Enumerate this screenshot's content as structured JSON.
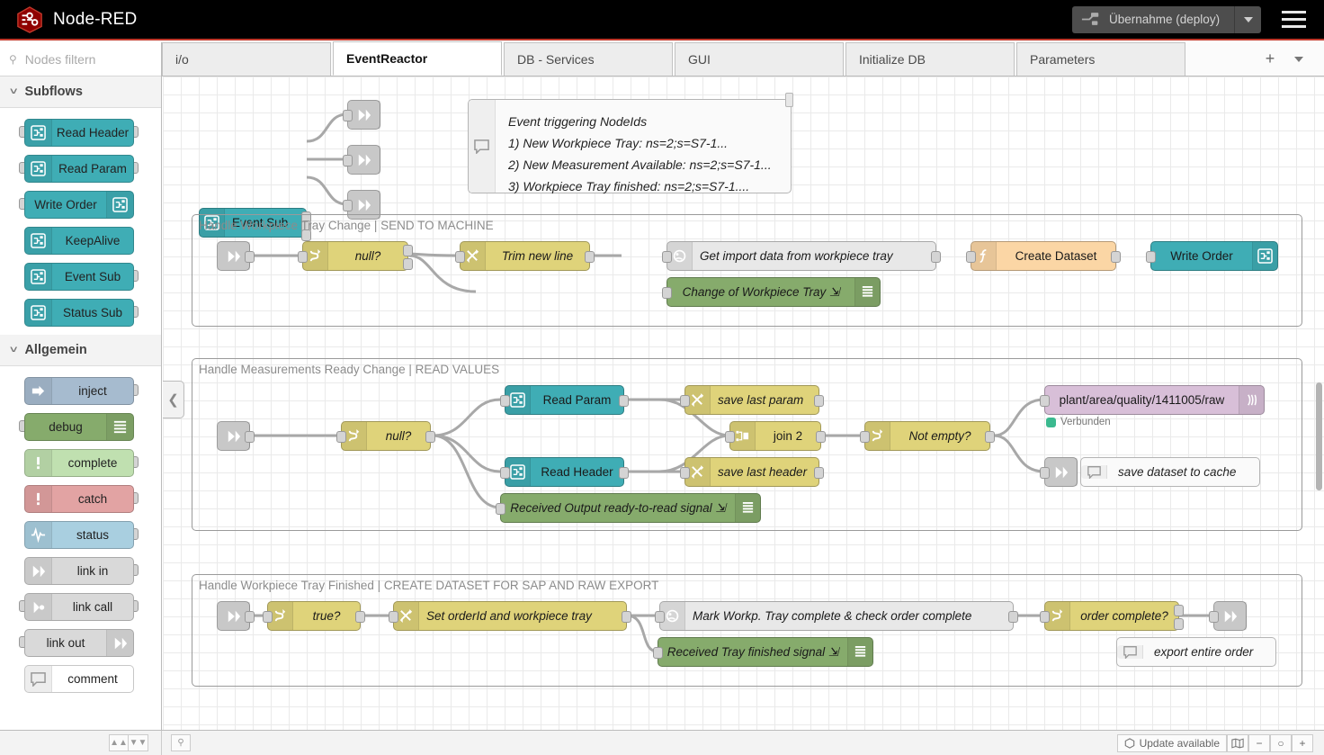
{
  "header": {
    "app_title": "Node-RED",
    "logo_icon": "node-red-logo-icon",
    "deploy_label": "Übernahme (deploy)",
    "deploy_icon": "deploy-icon",
    "deploy_caret_icon": "chevron-down-icon",
    "menu_icon": "hamburger-menu-icon"
  },
  "palette": {
    "search_placeholder": "Nodes filtern",
    "search_icon": "search-icon",
    "categories": [
      {
        "name": "Subflows",
        "chevron_icon": "chevron-down-icon",
        "nodes": [
          {
            "label": "Read Header",
            "color": "c-teal",
            "icon": "subflow-icon",
            "icon_side": "left",
            "in": true,
            "out": true
          },
          {
            "label": "Read Param",
            "color": "c-teal",
            "icon": "subflow-icon",
            "icon_side": "left",
            "in": true,
            "out": true
          },
          {
            "label": "Write Order",
            "color": "c-teal",
            "icon": "subflow-icon",
            "icon_side": "right",
            "in": true,
            "out": false
          },
          {
            "label": "KeepAlive",
            "color": "c-teal",
            "icon": "subflow-icon",
            "icon_side": "left",
            "in": false,
            "out": false
          },
          {
            "label": "Event Sub",
            "color": "c-teal",
            "icon": "subflow-icon",
            "icon_side": "left",
            "in": false,
            "out": true
          },
          {
            "label": "Status Sub",
            "color": "c-teal",
            "icon": "subflow-icon",
            "icon_side": "left",
            "in": false,
            "out": true
          }
        ]
      },
      {
        "name": "Allgemein",
        "chevron_icon": "chevron-down-icon",
        "nodes": [
          {
            "label": "inject",
            "color": "c-blue",
            "icon": "inject-icon",
            "icon_side": "left",
            "in": false,
            "out": true
          },
          {
            "label": "debug",
            "color": "c-green",
            "icon": "debug-icon",
            "icon_side": "right",
            "in": true,
            "out": false
          },
          {
            "label": "complete",
            "color": "c-lgreen",
            "icon": "alert-icon",
            "icon_side": "left",
            "in": false,
            "out": true
          },
          {
            "label": "catch",
            "color": "c-red",
            "icon": "alert-icon",
            "icon_side": "left",
            "in": false,
            "out": true
          },
          {
            "label": "status",
            "color": "c-sblue",
            "icon": "status-icon",
            "icon_side": "left",
            "in": false,
            "out": true
          },
          {
            "label": "link in",
            "color": "c-lgrey",
            "icon": "link-in-icon",
            "icon_side": "left",
            "in": false,
            "out": true
          },
          {
            "label": "link call",
            "color": "c-lgrey",
            "icon": "link-call-icon",
            "icon_side": "left",
            "in": true,
            "out": true
          },
          {
            "label": "link out",
            "color": "c-lgrey",
            "icon": "link-out-icon",
            "icon_side": "right",
            "in": true,
            "out": false
          },
          {
            "label": "comment",
            "color": "c-white",
            "icon": "comment-icon",
            "icon_side": "left",
            "in": false,
            "out": false
          }
        ]
      }
    ]
  },
  "tabs": {
    "items": [
      {
        "label": "i/o",
        "active": false
      },
      {
        "label": "EventReactor",
        "active": true
      },
      {
        "label": "DB - Services",
        "active": false
      },
      {
        "label": "GUI",
        "active": false
      },
      {
        "label": "Initialize DB",
        "active": false
      },
      {
        "label": "Parameters",
        "active": false
      }
    ],
    "add_icon": "plus-icon",
    "more_icon": "chevron-down-icon"
  },
  "canvas": {
    "collapse_icon": "chevron-left-icon",
    "event_sub_node": {
      "label": "Event Sub",
      "icon": "subflow-icon"
    },
    "link_out_icon": "link-out-icon",
    "comment": {
      "icon": "comment-icon",
      "resize_icon": "resize-handle-icon",
      "lines": [
        "Event triggering NodeIds",
        "1) New Workpiece Tray: ns=2;s=S7-1...",
        "2) New Measurement Available: ns=2;s=S7-1...",
        "3) Workpiece Tray finished: ns=2;s=S7-1...."
      ]
    },
    "groups": [
      {
        "title": "Handle Workpiece Tray Change | SEND TO MACHINE",
        "nodes": [
          {
            "label": "null?",
            "color": "c-yellow",
            "icon": "switch-icon"
          },
          {
            "label": "Trim new line",
            "color": "c-yellow",
            "icon": "change-icon"
          },
          {
            "label": "Get import data from workpiece tray",
            "color": "c-grey",
            "icon": "http-request-icon"
          },
          {
            "label": "Create Dataset",
            "color": "c-orange",
            "icon": "function-icon"
          },
          {
            "label": "Write Order",
            "color": "c-teal",
            "icon": "subflow-icon"
          },
          {
            "label": "Change of Workpiece Tray ⇲",
            "color": "c-green",
            "icon": "debug-icon"
          }
        ]
      },
      {
        "title": "Handle Measurements Ready Change | READ VALUES",
        "nodes": [
          {
            "label": "null?",
            "color": "c-yellow",
            "icon": "switch-icon"
          },
          {
            "label": "Read Param",
            "color": "c-teal",
            "icon": "subflow-icon"
          },
          {
            "label": "Read Header",
            "color": "c-teal",
            "icon": "subflow-icon"
          },
          {
            "label": "save last param",
            "color": "c-yellow",
            "icon": "change-icon"
          },
          {
            "label": "save last header",
            "color": "c-yellow",
            "icon": "change-icon"
          },
          {
            "label": "join 2",
            "color": "c-yellow",
            "icon": "join-icon"
          },
          {
            "label": "Not empty?",
            "color": "c-yellow",
            "icon": "switch-icon"
          },
          {
            "label": "plant/area/quality/1411005/raw",
            "color": "c-pink",
            "icon": "mqtt-icon",
            "status": "Verbunden",
            "status_color": "#3bb98f"
          },
          {
            "label": "save dataset to cache",
            "color": "c-white",
            "icon": "comment-icon"
          },
          {
            "label": "Received Output ready-to-read signal ⇲",
            "color": "c-green",
            "icon": "debug-icon"
          }
        ]
      },
      {
        "title": "Handle Workpiece Tray Finished | CREATE DATASET FOR SAP AND RAW EXPORT",
        "nodes": [
          {
            "label": "true?",
            "color": "c-yellow",
            "icon": "switch-icon"
          },
          {
            "label": "Set orderId and workpiece tray",
            "color": "c-yellow",
            "icon": "change-icon"
          },
          {
            "label": "Mark Workp. Tray complete & check order complete",
            "color": "c-grey",
            "icon": "http-request-icon"
          },
          {
            "label": "order complete?",
            "color": "c-yellow",
            "icon": "switch-icon"
          },
          {
            "label": "Received Tray finished signal ⇲",
            "color": "c-green",
            "icon": "debug-icon"
          },
          {
            "label": "export entire order",
            "color": "c-white",
            "icon": "comment-icon"
          }
        ]
      }
    ]
  },
  "footer": {
    "collapse_up_icon": "chevrons-up-icon",
    "collapse_down_icon": "chevrons-down-icon",
    "search_icon": "search-icon",
    "update_label": "Update available",
    "update_icon": "cube-icon",
    "navigator_icon": "map-icon",
    "zoom_out_label": "−",
    "zoom_reset_label": "○",
    "zoom_in_label": "+"
  },
  "colors": {
    "brand": "#c0392b",
    "teal": "#3fadb5",
    "yellow": "#dfd37a",
    "green": "#86ab6c",
    "orange": "#fbd6a5",
    "pink": "#d8bfd8",
    "status_connected": "#3bb98f"
  }
}
